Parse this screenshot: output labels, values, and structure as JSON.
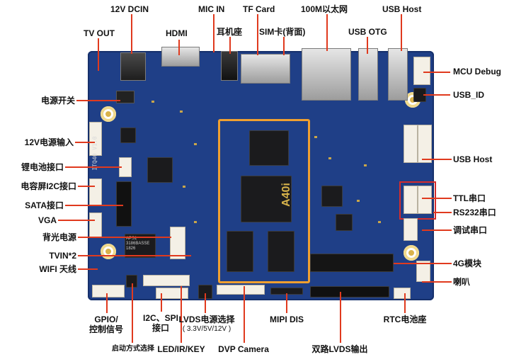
{
  "labels": {
    "dc_in": "12V DCIN",
    "mic_in": "MIC IN",
    "tf_card": "TF Card",
    "ethernet": "100M以太网",
    "usb_host_top": "USB Host",
    "tv_out": "TV OUT",
    "hdmi": "HDMI",
    "earphone": "耳机座",
    "sim_card": "SIM卡(背面)",
    "usb_otg": "USB OTG",
    "mcu_debug": "MCU Debug",
    "usb_id": "USB_ID",
    "power_switch": "电源开关",
    "power_in": "12V电源输入",
    "li_battery": "锂电池接口",
    "touch_i2c": "电容屏I2C接口",
    "sata": "SATA接口",
    "vga": "VGA",
    "backlight": "背光电源",
    "tvin": "TVIN*2",
    "wifi_antenna": "WIFI 天线",
    "usb_host_right": "USB Host",
    "ttl_uart": "TTL串口",
    "rs232": "RS232串口",
    "debug_uart": "调试串口",
    "module_4g": "4G模块",
    "speaker": "喇叭",
    "gpio_line1": "GPIO/",
    "gpio_line2": "控制信号",
    "i2c_spi_line1": "I2C、SPI",
    "i2c_spi_line2": "接口",
    "lvds_power_line1": "LVDS电源选择",
    "lvds_power_line2": "( 3.3V/5V/12V )",
    "mipi_dis": "MIPI DIS",
    "rtc_battery": "RTC电池座",
    "boot_mode": "启动方式选择",
    "led_ir_key": "LED/IR/KEY",
    "dvp_camera": "DVP Camera",
    "dual_lvds": "双路LVDS输出"
  },
  "board": {
    "soc_name": "A40i",
    "silkscreen_model": "ITQ40 V1.0",
    "chip_mark": "APS1 3186BASSE 1826",
    "colors": {
      "pcb": "#1f3f87",
      "annotation_line": "#e03a1e",
      "highlight_box": "#f0a030"
    }
  }
}
